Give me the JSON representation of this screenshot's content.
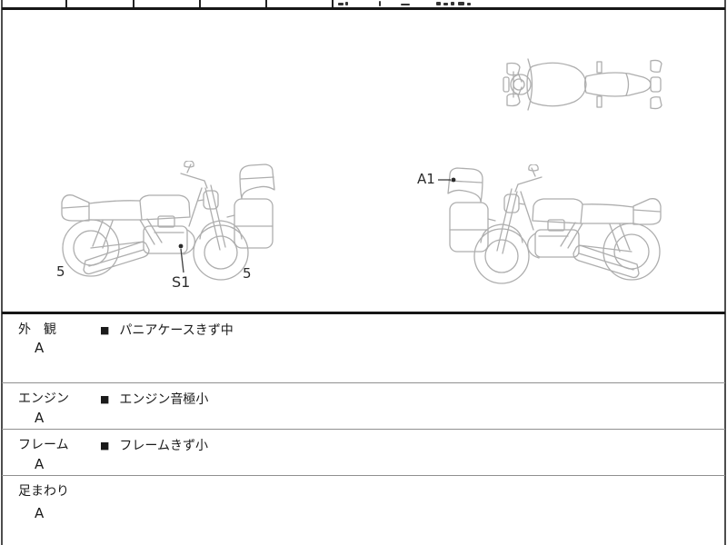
{
  "document_type": "motorcycle-condition-sheet",
  "diagram": {
    "marks": {
      "rear_tire": "5",
      "front_tire": "5",
      "s1": "S1",
      "a1": "A1"
    },
    "illustrations": [
      "side-view-motorcycle-facing-right-with-windshield-and-front-case",
      "side-view-motorcycle-facing-left-with-windshield-and-front-case",
      "top-view-motorcycle"
    ],
    "line_art_color": "#aeaeae"
  },
  "table": {
    "note_bullet": "■",
    "rows": [
      {
        "category": "外　観",
        "grade": "A",
        "note": "パニアケースきず中"
      },
      {
        "category": "エンジン",
        "grade": "A",
        "note": "エンジン音極小"
      },
      {
        "category": "フレーム",
        "grade": "A",
        "note": "フレームきず小"
      },
      {
        "category": "足まわり",
        "grade": "A",
        "note": ""
      }
    ]
  },
  "colors": {
    "border_dark": "#161616",
    "row_line": "#8f8f8f",
    "text": "#1a1a1a"
  }
}
